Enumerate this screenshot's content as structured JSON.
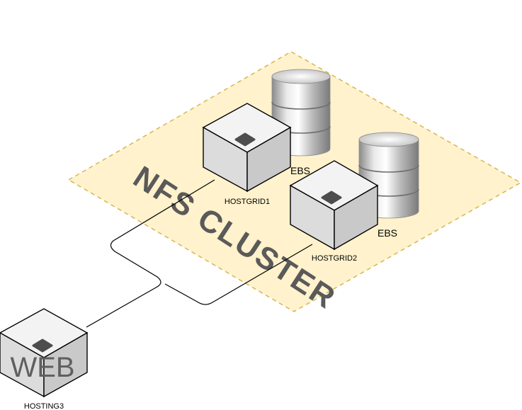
{
  "zone": {
    "label": "NFS CLUSTER",
    "fill": "#fff2cc",
    "stroke": "#d6b656"
  },
  "nodes": {
    "hostgrid1": {
      "label": "HOSTGRID1",
      "storage_label": "EBS"
    },
    "hostgrid2": {
      "label": "HOSTGRID2",
      "storage_label": "EBS"
    },
    "hosting3": {
      "label": "HOSTING3",
      "overlay_label": "WEB"
    }
  },
  "colors": {
    "box_top": "#f3f3f3",
    "box_left": "#dcdcdc",
    "box_right": "#c9c9c9",
    "box_stroke": "#000000",
    "port": "#4d4d4d",
    "cylinder": "#b8b8b8",
    "zone_text": "#5a5a5a"
  }
}
